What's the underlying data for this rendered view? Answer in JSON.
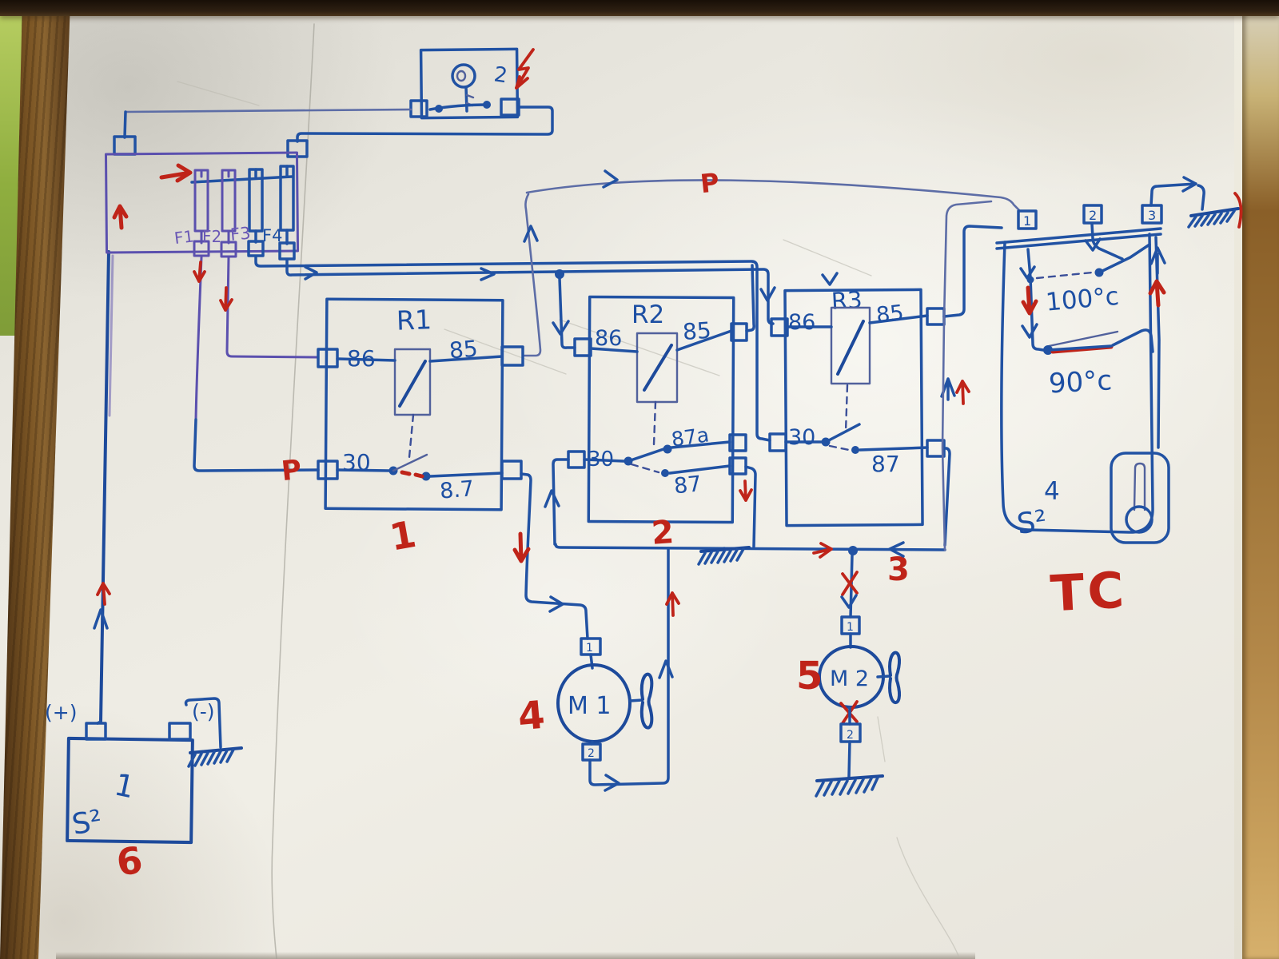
{
  "labels": {
    "key_switch": {
      "number": "2"
    },
    "fuses": {
      "f1": "F1",
      "f2": "F2",
      "f3": "F3",
      "f4": "F4"
    },
    "relays": [
      {
        "name": "R1",
        "t86": "86",
        "t85": "85",
        "t30": "30",
        "t87": "8.7",
        "red_num": "1"
      },
      {
        "name": "R2",
        "t86": "86",
        "t85": "85",
        "t30": "30",
        "t87a": "87a",
        "t87": "87",
        "red_num": "2"
      },
      {
        "name": "R3",
        "t86": "86",
        "t85": "85",
        "t30": "30",
        "t87": "87",
        "red_num": "3"
      }
    ],
    "thermo_switch": {
      "t1": "1",
      "t2": "2",
      "t3": "3",
      "temp_high": "100°c",
      "temp_low": "90°c",
      "number": "4",
      "code": "S²",
      "red_label": "TC"
    },
    "motors": [
      {
        "name": "M 1",
        "t_top": "1",
        "t_bottom": "2",
        "red_num": "4"
      },
      {
        "name": "M 2",
        "t_top": "1",
        "t_bottom": "2",
        "red_num": "5"
      }
    ],
    "battery": {
      "plus": "(+)",
      "minus": "(-)",
      "number": "1",
      "code": "S²",
      "red_num": "6"
    },
    "power_marks": {
      "p_relay1": "P",
      "p_top": "P"
    }
  },
  "colors": {
    "ink_blue": "#2152a3",
    "ink_purple": "#5b50ae",
    "ink_red": "#bf2419",
    "board": "#e9e6de"
  }
}
